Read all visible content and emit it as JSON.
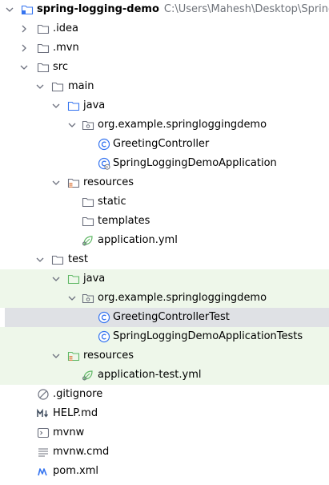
{
  "tree": {
    "root_name": "spring-logging-demo",
    "root_path": "C:\\Users\\Mahesh\\Desktop\\Spring Pr",
    "idea": ".idea",
    "mvn": ".mvn",
    "src": "src",
    "main": "main",
    "main_java": "java",
    "main_package": "org.example.springloggingdemo",
    "greeting_controller": "GreetingController",
    "app_class": "SpringLoggingDemoApplication",
    "main_resources": "resources",
    "static": "static",
    "templates": "templates",
    "application_yml": "application.yml",
    "test": "test",
    "test_java": "java",
    "test_package": "org.example.springloggingdemo",
    "greeting_controller_test": "GreetingControllerTest",
    "app_tests": "SpringLoggingDemoApplicationTests",
    "test_resources": "resources",
    "application_test_yml": "application-test.yml",
    "gitignore": ".gitignore",
    "help_md": "HELP.md",
    "mvnw": "mvnw",
    "mvnw_cmd": "mvnw.cmd",
    "pom_xml": "pom.xml"
  },
  "colors": {
    "test_background": "#eef7ea",
    "selected_background": "#dfe1e5",
    "class_icon": "#3574f0",
    "test_folder": "#5fb865",
    "path_text": "#6f737a"
  }
}
